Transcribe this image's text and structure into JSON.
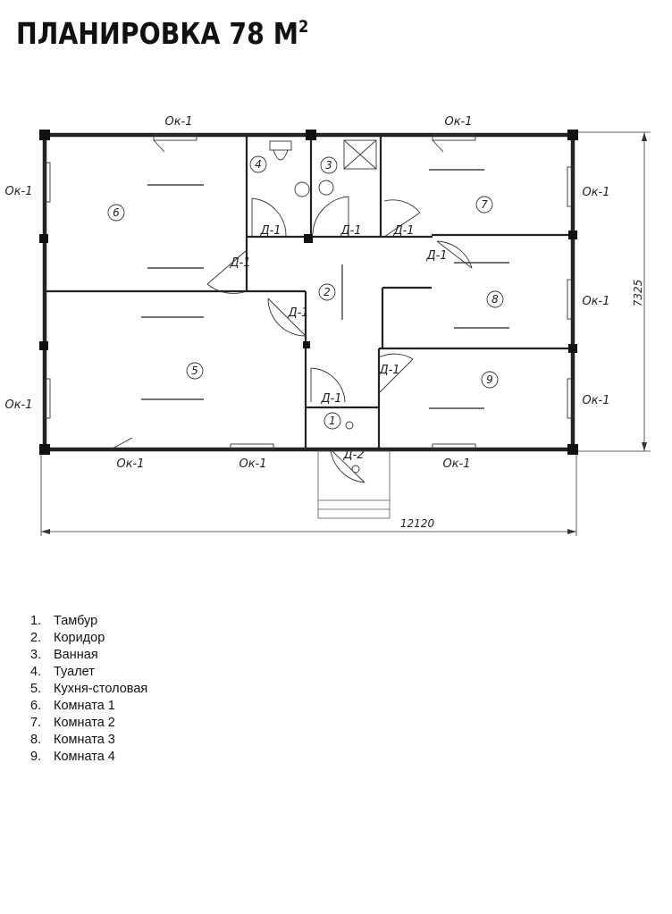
{
  "title": {
    "text": "ПЛАНИРОВКА 78 М",
    "sup": "2"
  },
  "plan": {
    "width_dim": "12120",
    "height_dim": "7325",
    "window_label": "Ок-1",
    "door_d1": "Д-1",
    "door_d2": "Д-2",
    "room_numbers": [
      "1",
      "2",
      "3",
      "4",
      "5",
      "6",
      "7",
      "8",
      "9"
    ]
  },
  "legend": [
    {
      "num": "1.",
      "name": "Тамбур"
    },
    {
      "num": "2.",
      "name": "Коридор"
    },
    {
      "num": "3.",
      "name": "Ванная"
    },
    {
      "num": "4.",
      "name": "Туалет"
    },
    {
      "num": "5.",
      "name": "Кухня-столовая"
    },
    {
      "num": "6.",
      "name": "Комната 1"
    },
    {
      "num": "7.",
      "name": "Комната 2"
    },
    {
      "num": "8.",
      "name": "Комната 3"
    },
    {
      "num": "9.",
      "name": "Комната 4"
    }
  ]
}
